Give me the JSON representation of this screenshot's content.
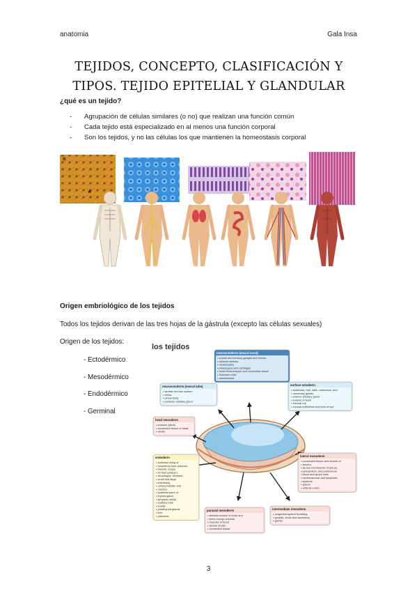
{
  "header": {
    "left": "anatomia",
    "right": "Gala Insa"
  },
  "title_line1": "TEJIDOS, CONCEPTO, CLASIFICACIÓN Y",
  "title_line2": "TIPOS. TEJIDO EPITELIAL Y GLANDULAR",
  "section1": {
    "heading": "¿qué es un tejido?",
    "bullets": [
      "Agrupación de células similares (o no) que realizan una función común",
      "Cada tejido está especializado en al menos una función corporal",
      "Son los tejidos, y no las células los que mantienen la homeostasis corporal"
    ]
  },
  "tissue_figure": {
    "panel_letter": "a",
    "marker": "*"
  },
  "section2": {
    "heading": "Origen embriológico de los tejidos",
    "text": "Todos los tejidos derivan de las tres hojas de la gástrula (excepto las células sexuales)",
    "label": "Origen de los tejidos:",
    "layers": [
      "- Ectodérmico",
      "- Mesodérmico",
      "- Endodérmico",
      "- Germinal"
    ]
  },
  "embryo_figure": {
    "title_fragment": "los tejidos",
    "boxes": [
      {
        "title": "neuroectoderm (neural crest)",
        "lines": [
          "cranial and sensory ganglia and nerves",
          "adrenal medulla",
          "melanocytes",
          "pharyngeal arch cartilages",
          "head mesenchyme and connective tissue",
          "Schwann cells",
          "odontoblasts"
        ]
      },
      {
        "title": "neuroectoderm (neural tube)",
        "lines": [
          "central nervous system",
          "retina",
          "pineal body",
          "posterior pituitary gland"
        ]
      },
      {
        "title": "surface ectoderm",
        "lines": [
          "epidermis, hair, nails, cutaneous, and",
          "mammary glands",
          "anterior pituitary gland",
          "enamel of teeth",
          "internal ear",
          "corneal epithelium and lens of eye"
        ]
      },
      {
        "title": "head mesoderm",
        "lines": [
          "cranium (skull)",
          "connective tissue of head",
          "dentin"
        ]
      },
      {
        "title": "endoderm",
        "lines": [
          "epithelial lining of:",
          "respiratory tract (trachea,",
          "bronchi, lungs)",
          "GI tract (pharynx,",
          "esophagus, stomach,",
          "small and large",
          "intestines)",
          "urinary bladder and",
          "urachus",
          "epithelial parts of:",
          "thyroid gland",
          "tympanic cavity",
          "auditory tube",
          "tonsils",
          "parathyroid glands",
          "liver",
          "pancreas"
        ]
      },
      {
        "title": "lateral mesoderm",
        "lines": [
          "connective tissue and muscle of",
          "viscera",
          "serous membranes of pleura,",
          "pericardium, and peritoneum",
          "blood and lymph cells",
          "cardiovascular and lymphatic",
          "systems",
          "spleen",
          "adrenal cortex"
        ]
      },
      {
        "title": "paraxial mesoderm",
        "lines": [
          "skeletal muscle of trunk and",
          "limbs except cranium",
          "muscles of head",
          "dermis of skin",
          "connective tissue"
        ]
      },
      {
        "title": "intermediate mesoderm",
        "lines": [
          "urogenital system including",
          "gonads, ducts and accessory",
          "glands"
        ]
      }
    ]
  },
  "page_number": "3"
}
